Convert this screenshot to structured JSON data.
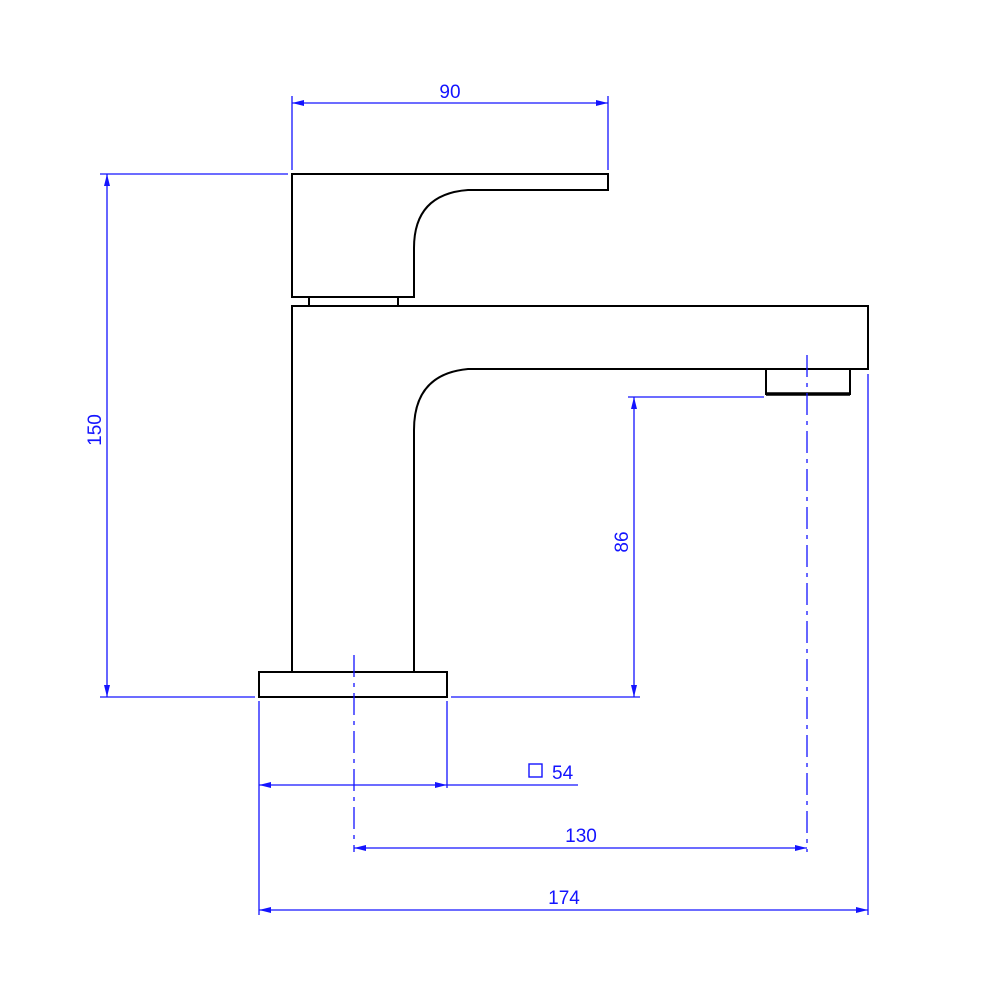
{
  "dimensions": {
    "handle_width": "90",
    "total_height": "150",
    "spout_height": "86",
    "base_size": "54",
    "base_symbol": "square",
    "spout_reach": "130",
    "overall_length": "174"
  },
  "colors": {
    "outline": "#000000",
    "dimension": "#1414ff",
    "background": "#ffffff"
  }
}
